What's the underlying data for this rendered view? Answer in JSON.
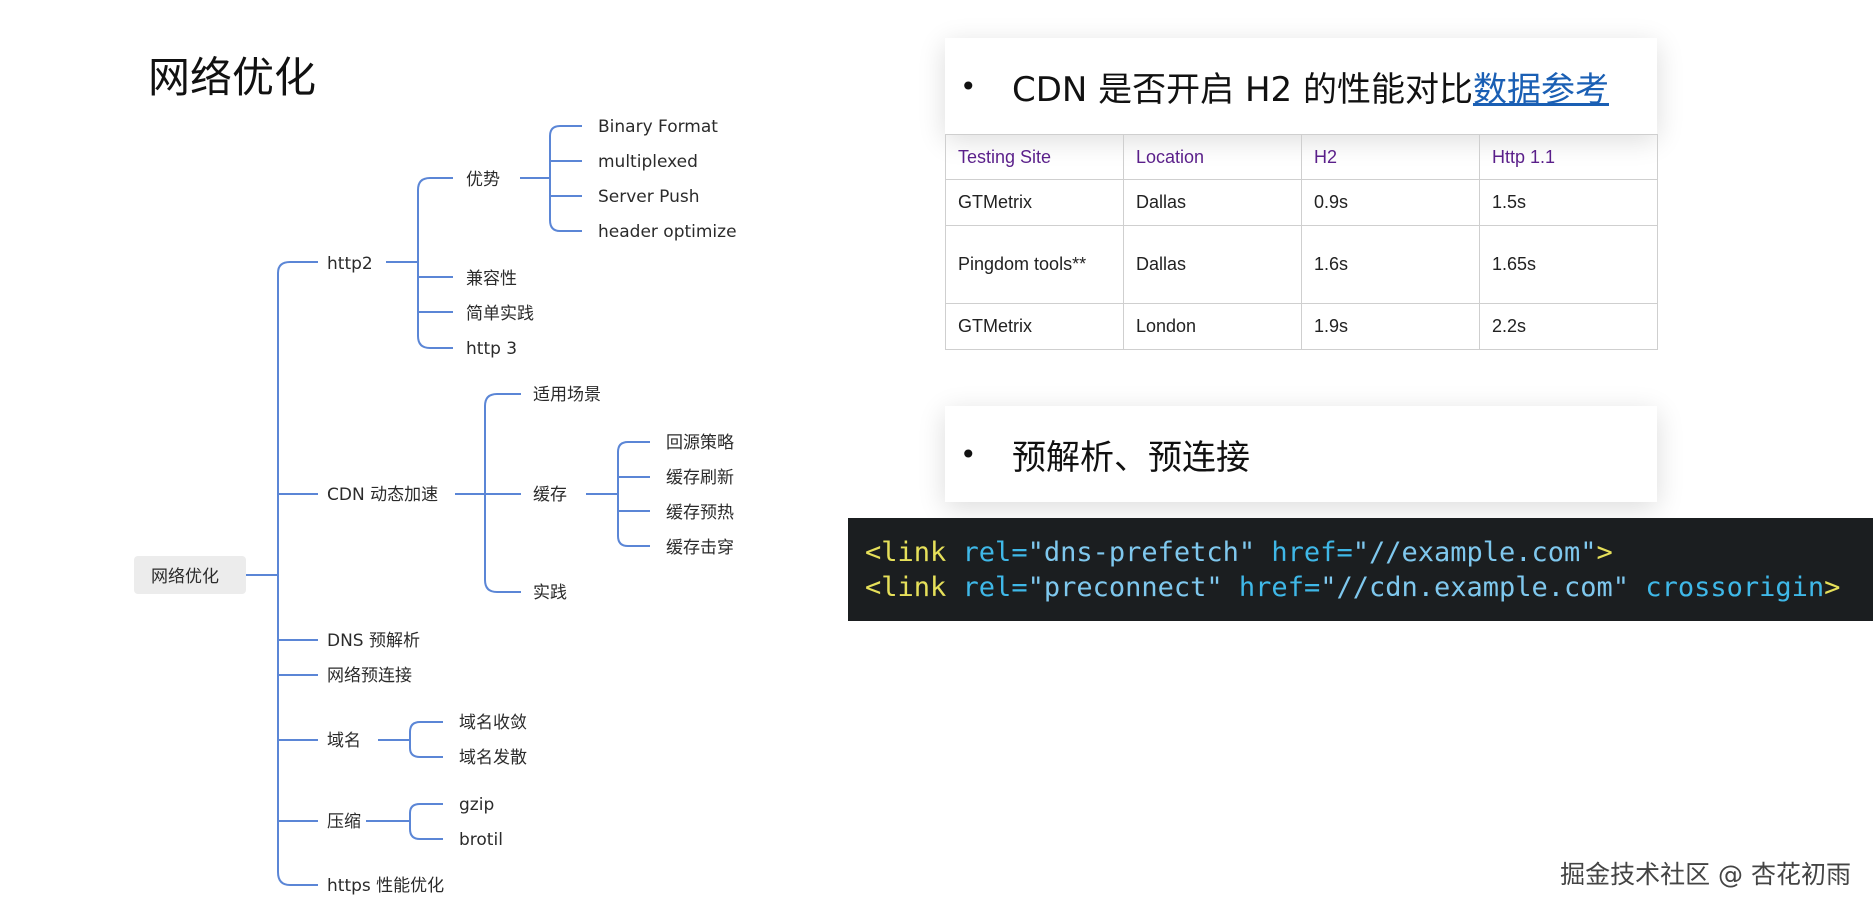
{
  "left_title": "网络优化",
  "mindmap": {
    "root": "网络优化",
    "http2": "http2",
    "youshi": "优势",
    "binary": "Binary Format",
    "multiplexed": "multiplexed",
    "server_push": "Server Push",
    "header_opt": "header optimize",
    "jianrong": "兼容性",
    "jiandan": "简单实践",
    "http3": "http 3",
    "cdn": "CDN 动态加速",
    "shiyong": "适用场景",
    "huancun": "缓存",
    "huiyuan": "回源策略",
    "shuaxin": "缓存刷新",
    "yure": "缓存预热",
    "jichuan": "缓存击穿",
    "shijian": "实践",
    "dns": "DNS 预解析",
    "yulianjie": "网络预连接",
    "yuming": "域名",
    "shoulian": "域名收敛",
    "fasan": "域名发散",
    "yasuo": "压缩",
    "gzip": "gzip",
    "brotil": "brotil",
    "https": "https 性能优化"
  },
  "card1": {
    "bullet": "•",
    "text": "CDN 是否开启 H2 的性能对比",
    "link": "数据参考"
  },
  "table": {
    "headers": [
      "Testing Site",
      "Location",
      "H2",
      "Http 1.1"
    ],
    "rows": [
      [
        "GTMetrix",
        "Dallas",
        "0.9s",
        "1.5s"
      ],
      [
        "Pingdom tools**",
        "Dallas",
        "1.6s",
        "1.65s"
      ],
      [
        "GTMetrix",
        "London",
        "1.9s",
        "2.2s"
      ]
    ]
  },
  "card2": {
    "bullet": "•",
    "text": "预解析、预连接"
  },
  "code": {
    "line1": {
      "tag": "<link",
      "attr1": "rel=",
      "val1": "\"dns-prefetch\"",
      "attr2": "href=",
      "val2": "\"//example.com\"",
      "end": ">"
    },
    "line2": {
      "tag": "<link",
      "attr1": "rel=",
      "val1": "\"preconnect\"",
      "attr2": "href=",
      "val2": "\"//cdn.example.com\"",
      "attr3": "crossorigin",
      "end": ">"
    }
  },
  "footer": "掘金技术社区 @ 杏花初雨",
  "colors": {
    "connector": "#5b86d6",
    "root_bg": "#ececec",
    "link": "#1a5fb4",
    "header_text": "#5a1f8a"
  }
}
